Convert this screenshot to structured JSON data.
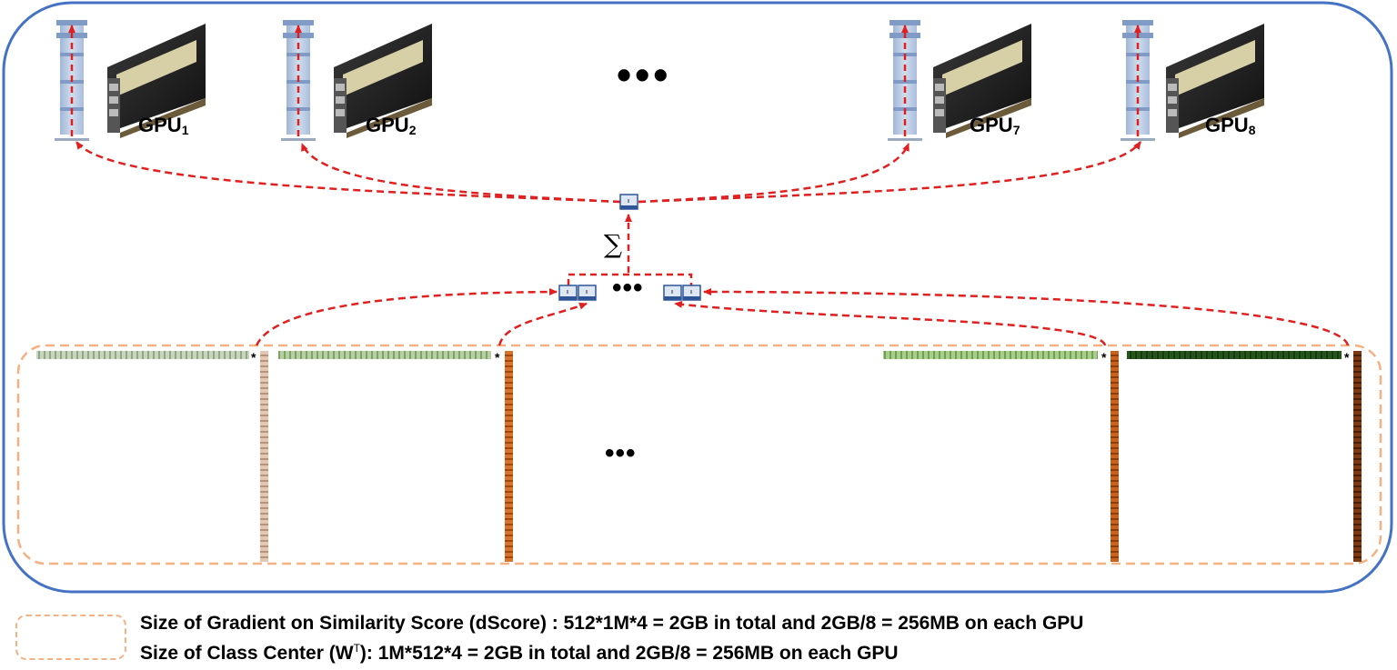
{
  "gpus": [
    {
      "label": "GPU",
      "sub": "1"
    },
    {
      "label": "GPU",
      "sub": "2"
    },
    {
      "label": "GPU",
      "sub": "7"
    },
    {
      "label": "GPU",
      "sub": "8"
    }
  ],
  "ellipsis": "•••",
  "ellipsis_small": "•••",
  "sigma": "∑",
  "star": "*",
  "legend": {
    "line1": "Size of Gradient on Similarity Score (dScore) : 512*1M*4 = 2GB in total and 2GB/8 = 256MB on each GPU",
    "line2_pre": "Size of Class Center (W",
    "line2_sup": "T",
    "line2_post": "): 1M*512*4 = 2GB in total and 2GB/8 = 256MB  on each GPU"
  },
  "colors": {
    "outer_border": "#4472c4",
    "inner_dash": "#f4b183",
    "arrow": "#e02020",
    "row_light_green": "#a9c49a",
    "row_dark_green": "#1e4d16",
    "col_light_orange": "#d9b8a0",
    "col_orange": "#c55a11",
    "col_dark": "#6b2e0c"
  }
}
